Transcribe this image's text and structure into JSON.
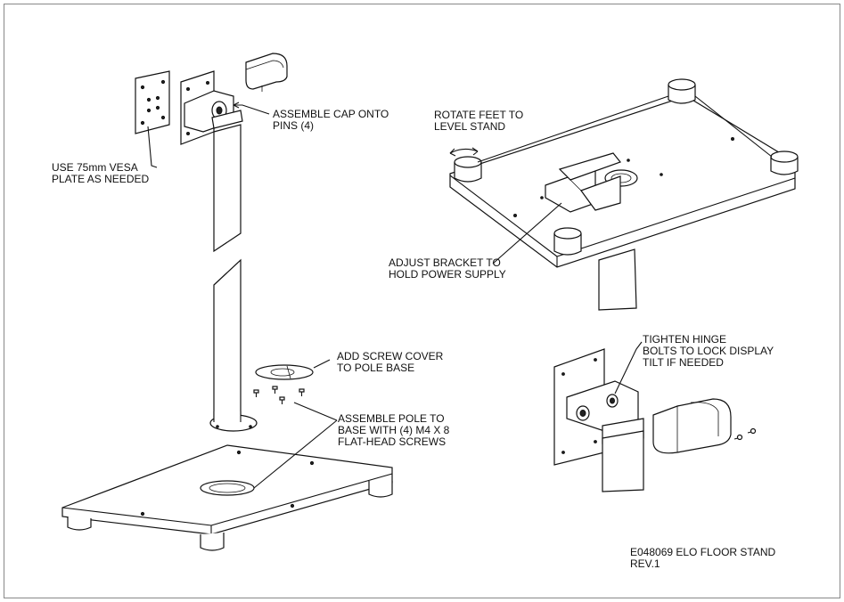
{
  "labels": {
    "vesa": "USE 75mm VESA\nPLATE AS NEEDED",
    "cap": "ASSEMBLE CAP ONTO\nPINS (4)",
    "feet": "ROTATE FEET TO\nLEVEL STAND",
    "bracket": "ADJUST BRACKET TO\nHOLD POWER SUPPLY",
    "cover": "ADD SCREW COVER\nTO POLE BASE",
    "pole": "ASSEMBLE POLE TO\nBASE WITH (4) M4 X 8\nFLAT-HEAD SCREWS",
    "hinge": "TIGHTEN HINGE\nBOLTS TO LOCK DISPLAY\nTILT IF NEEDED",
    "title_block": "E048069 ELO FLOOR STAND\nREV.1"
  }
}
